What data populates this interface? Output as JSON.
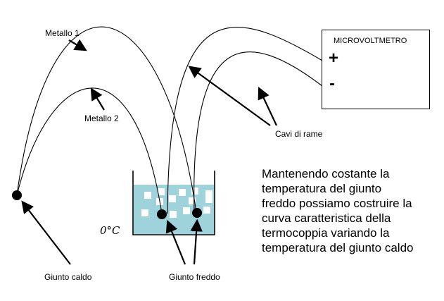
{
  "labels": {
    "metallo1": "Metallo 1",
    "metallo2": "Metallo 2",
    "cavi": "Cavi di rame",
    "giunto_caldo": "Giunto caldo",
    "giunto_freddo": "Giunto freddo",
    "zero_c": "0°C"
  },
  "meter": {
    "title": "MICROVOLTMETRO",
    "plus": "+",
    "minus": "-"
  },
  "description": [
    "Mantenendo costante la",
    "temperatura del giunto",
    "freddo possiamo costruire la",
    "curva caratteristica della",
    "termocoppia variando la",
    "temperatura del giunto caldo"
  ],
  "colors": {
    "water": "#9fd3dc",
    "ice": "#ffffff",
    "line": "#000000"
  }
}
